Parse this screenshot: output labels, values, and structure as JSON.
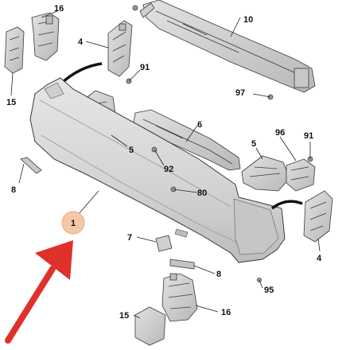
{
  "diagram": {
    "highlight_number": "1",
    "callouts": [
      {
        "id": "16-top",
        "text": "16"
      },
      {
        "id": "15-left",
        "text": "15"
      },
      {
        "id": "4-left",
        "text": "4"
      },
      {
        "id": "10",
        "text": "10"
      },
      {
        "id": "91-top",
        "text": "91"
      },
      {
        "id": "97",
        "text": "97"
      },
      {
        "id": "5-left",
        "text": "5"
      },
      {
        "id": "6",
        "text": "6"
      },
      {
        "id": "92",
        "text": "92"
      },
      {
        "id": "96",
        "text": "96"
      },
      {
        "id": "91-right",
        "text": "91"
      },
      {
        "id": "5-right",
        "text": "5"
      },
      {
        "id": "8-left",
        "text": "8"
      },
      {
        "id": "80",
        "text": "80"
      },
      {
        "id": "7",
        "text": "7"
      },
      {
        "id": "8-bottom",
        "text": "8"
      },
      {
        "id": "4-right",
        "text": "4"
      },
      {
        "id": "95",
        "text": "95"
      },
      {
        "id": "15-bottom",
        "text": "15"
      },
      {
        "id": "16-bottom",
        "text": "16"
      }
    ]
  },
  "colors": {
    "part_fill": "#d6d6d6",
    "part_shadow": "#bdbdbd",
    "highlight_circle": "#f6c9a6",
    "arrow": "#e0302a",
    "ink": "#222222"
  }
}
